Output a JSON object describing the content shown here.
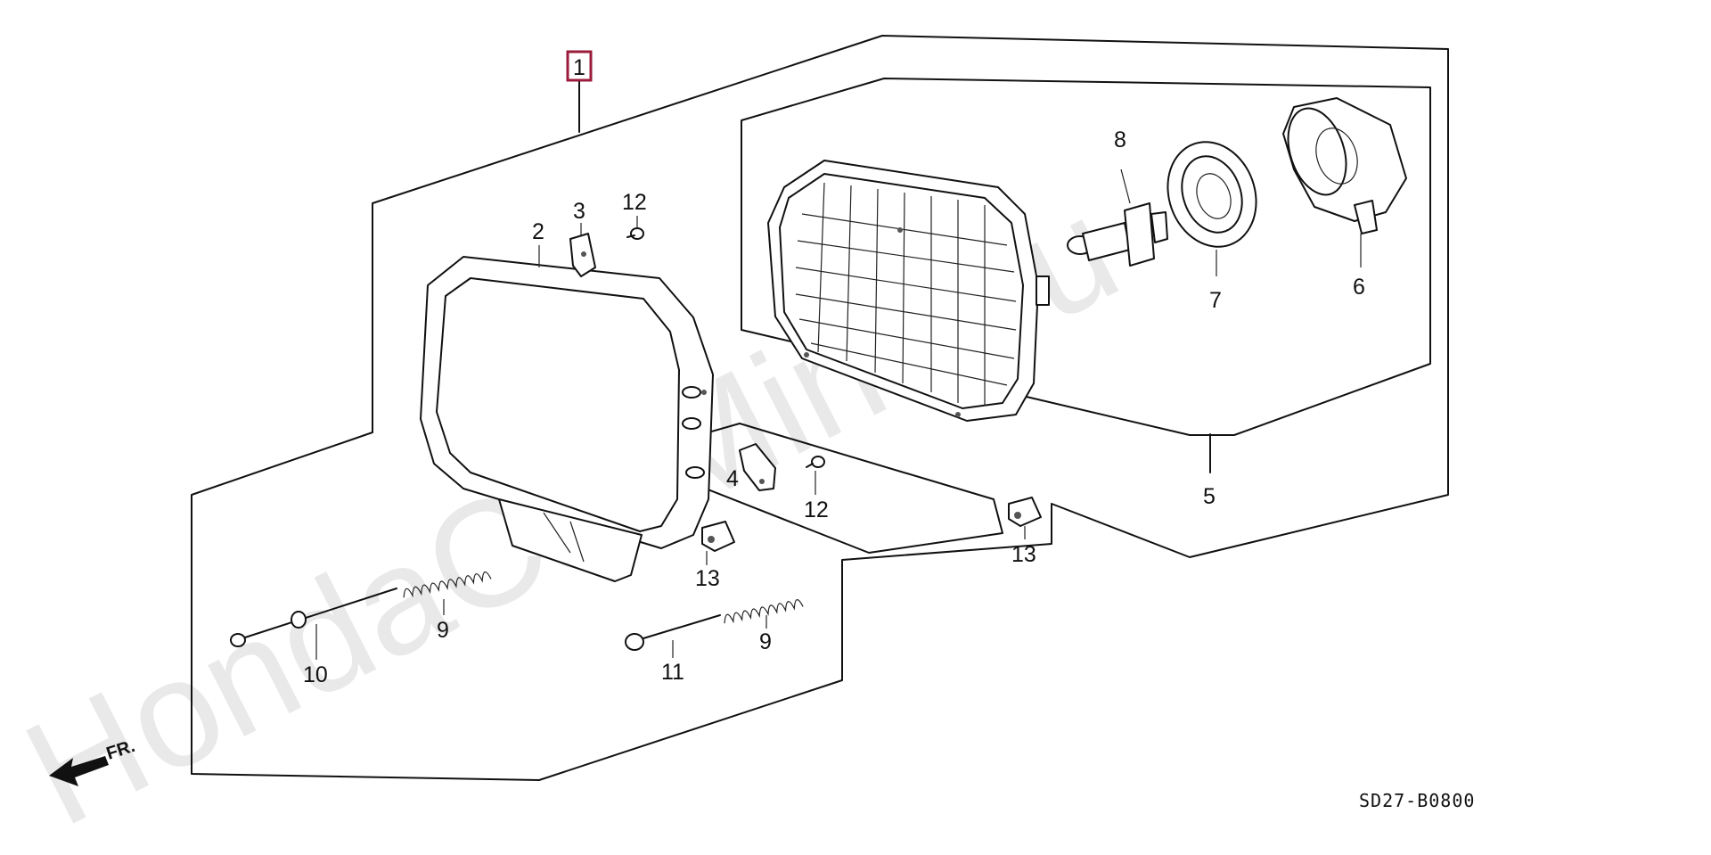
{
  "watermark": "HondaCarMine.ru",
  "diagram_code": "SD27-B0800",
  "direction_label": "FR.",
  "assembly_label": "1",
  "colors": {
    "assembly_box": "#9b1b3a",
    "line": "#111111",
    "watermark": "#e9e9e9"
  },
  "callouts": {
    "c2": "2",
    "c3": "3",
    "c12a": "12",
    "c8": "8",
    "c7": "7",
    "c6": "6",
    "c5": "5",
    "c4": "4",
    "c12b": "12",
    "c13a": "13",
    "c13b": "13",
    "c9a": "9",
    "c9b": "9",
    "c10": "10",
    "c11": "11"
  }
}
